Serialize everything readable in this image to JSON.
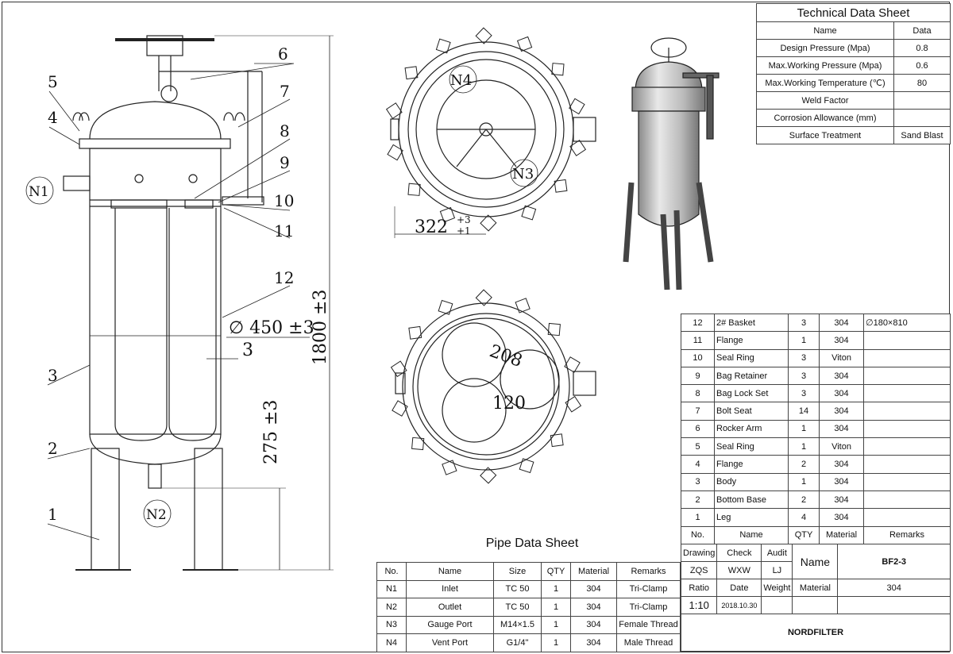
{
  "drawing_labels": {
    "callouts": [
      "1",
      "2",
      "3",
      "4",
      "5",
      "6",
      "7",
      "8",
      "9",
      "10",
      "11",
      "12"
    ],
    "nozzles": [
      "N1",
      "N2",
      "N3",
      "N4"
    ],
    "dim_height": "1800 ±3",
    "dim_leg": "275 ±3",
    "dim_diameter": "∅ 450 ±3",
    "dim_wall": "3",
    "dim_flange": "322",
    "dim_flange_tol_upper": "+3",
    "dim_flange_tol_lower": "+1",
    "dim_basket_spacing": "208",
    "dim_basket_offset": "120"
  },
  "technical_data_sheet": {
    "title": "Technical Data Sheet",
    "headers": [
      "Name",
      "Data"
    ],
    "rows": [
      [
        "Design Pressure (Mpa)",
        "0.8"
      ],
      [
        "Max.Working Pressure (Mpa)",
        "0.6"
      ],
      [
        "Max.Working Temperature (℃)",
        "80"
      ],
      [
        "Weld Factor",
        ""
      ],
      [
        "Corrosion Allowance (mm)",
        ""
      ],
      [
        "Surface Treatment",
        "Sand Blast"
      ]
    ]
  },
  "parts_list": {
    "headers": [
      "No.",
      "Name",
      "QTY",
      "Material",
      "Remarks"
    ],
    "rows": [
      [
        "12",
        "2# Basket",
        "3",
        "304",
        "∅180×810"
      ],
      [
        "11",
        "Flange",
        "1",
        "304",
        ""
      ],
      [
        "10",
        "Seal Ring",
        "3",
        "Viton",
        ""
      ],
      [
        "9",
        "Bag Retainer",
        "3",
        "304",
        ""
      ],
      [
        "8",
        "Bag Lock Set",
        "3",
        "304",
        ""
      ],
      [
        "7",
        "Bolt Seat",
        "14",
        "304",
        ""
      ],
      [
        "6",
        "Rocker Arm",
        "1",
        "304",
        ""
      ],
      [
        "5",
        "Seal Ring",
        "1",
        "Viton",
        ""
      ],
      [
        "4",
        "Flange",
        "2",
        "304",
        ""
      ],
      [
        "3",
        "Body",
        "1",
        "304",
        ""
      ],
      [
        "2",
        "Bottom Base",
        "2",
        "304",
        ""
      ],
      [
        "1",
        "Leg",
        "4",
        "304",
        ""
      ]
    ]
  },
  "title_block": {
    "drawing_label": "Drawing",
    "check_label": "Check",
    "audit_label": "Audit",
    "drawing": "ZQS",
    "check": "WXW",
    "audit": "LJ",
    "ratio_label": "Ratio",
    "date_label": "Date",
    "weight_label": "Weight",
    "ratio": "1:10",
    "date": "2018.10.30",
    "name_label": "Name",
    "name": "BF2-3",
    "material_label": "Material",
    "material": "304",
    "company": "NORDFILTER"
  },
  "pipe_data_sheet": {
    "title": "Pipe Data Sheet",
    "headers": [
      "No.",
      "Name",
      "Size",
      "QTY",
      "Material",
      "Remarks"
    ],
    "rows": [
      [
        "N1",
        "Inlet",
        "TC 50",
        "1",
        "304",
        "Tri-Clamp"
      ],
      [
        "N2",
        "Outlet",
        "TC 50",
        "1",
        "304",
        "Tri-Clamp"
      ],
      [
        "N3",
        "Gauge Port",
        "M14×1.5",
        "1",
        "304",
        "Female Thread"
      ],
      [
        "N4",
        "Vent Port",
        "G1/4\"",
        "1",
        "304",
        "Male Thread"
      ]
    ]
  }
}
